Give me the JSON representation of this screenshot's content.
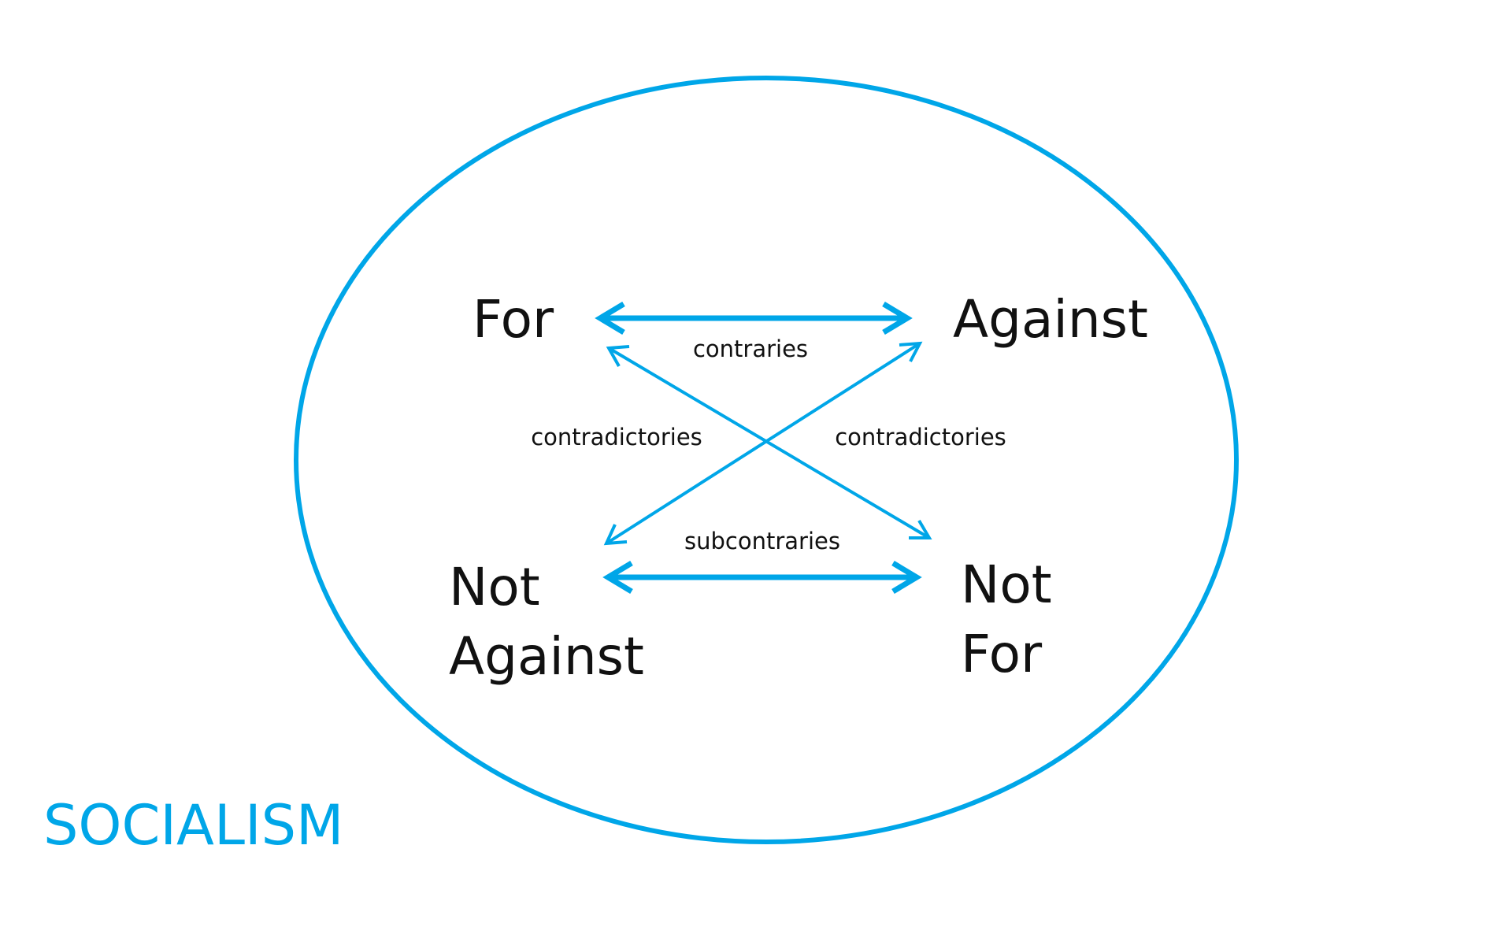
{
  "diagram": {
    "title": "SOCIALISM",
    "accent_color": "#00a6e8",
    "text_color": "#111111",
    "corners": {
      "top_left": "For",
      "top_right": "Against",
      "bottom_left": [
        "Not",
        "Against"
      ],
      "bottom_right": [
        "Not",
        "For"
      ]
    },
    "relations": {
      "top": "contraries",
      "bottom": "subcontraries",
      "diagonal_left": "contradictories",
      "diagonal_right": "contradictories"
    }
  }
}
